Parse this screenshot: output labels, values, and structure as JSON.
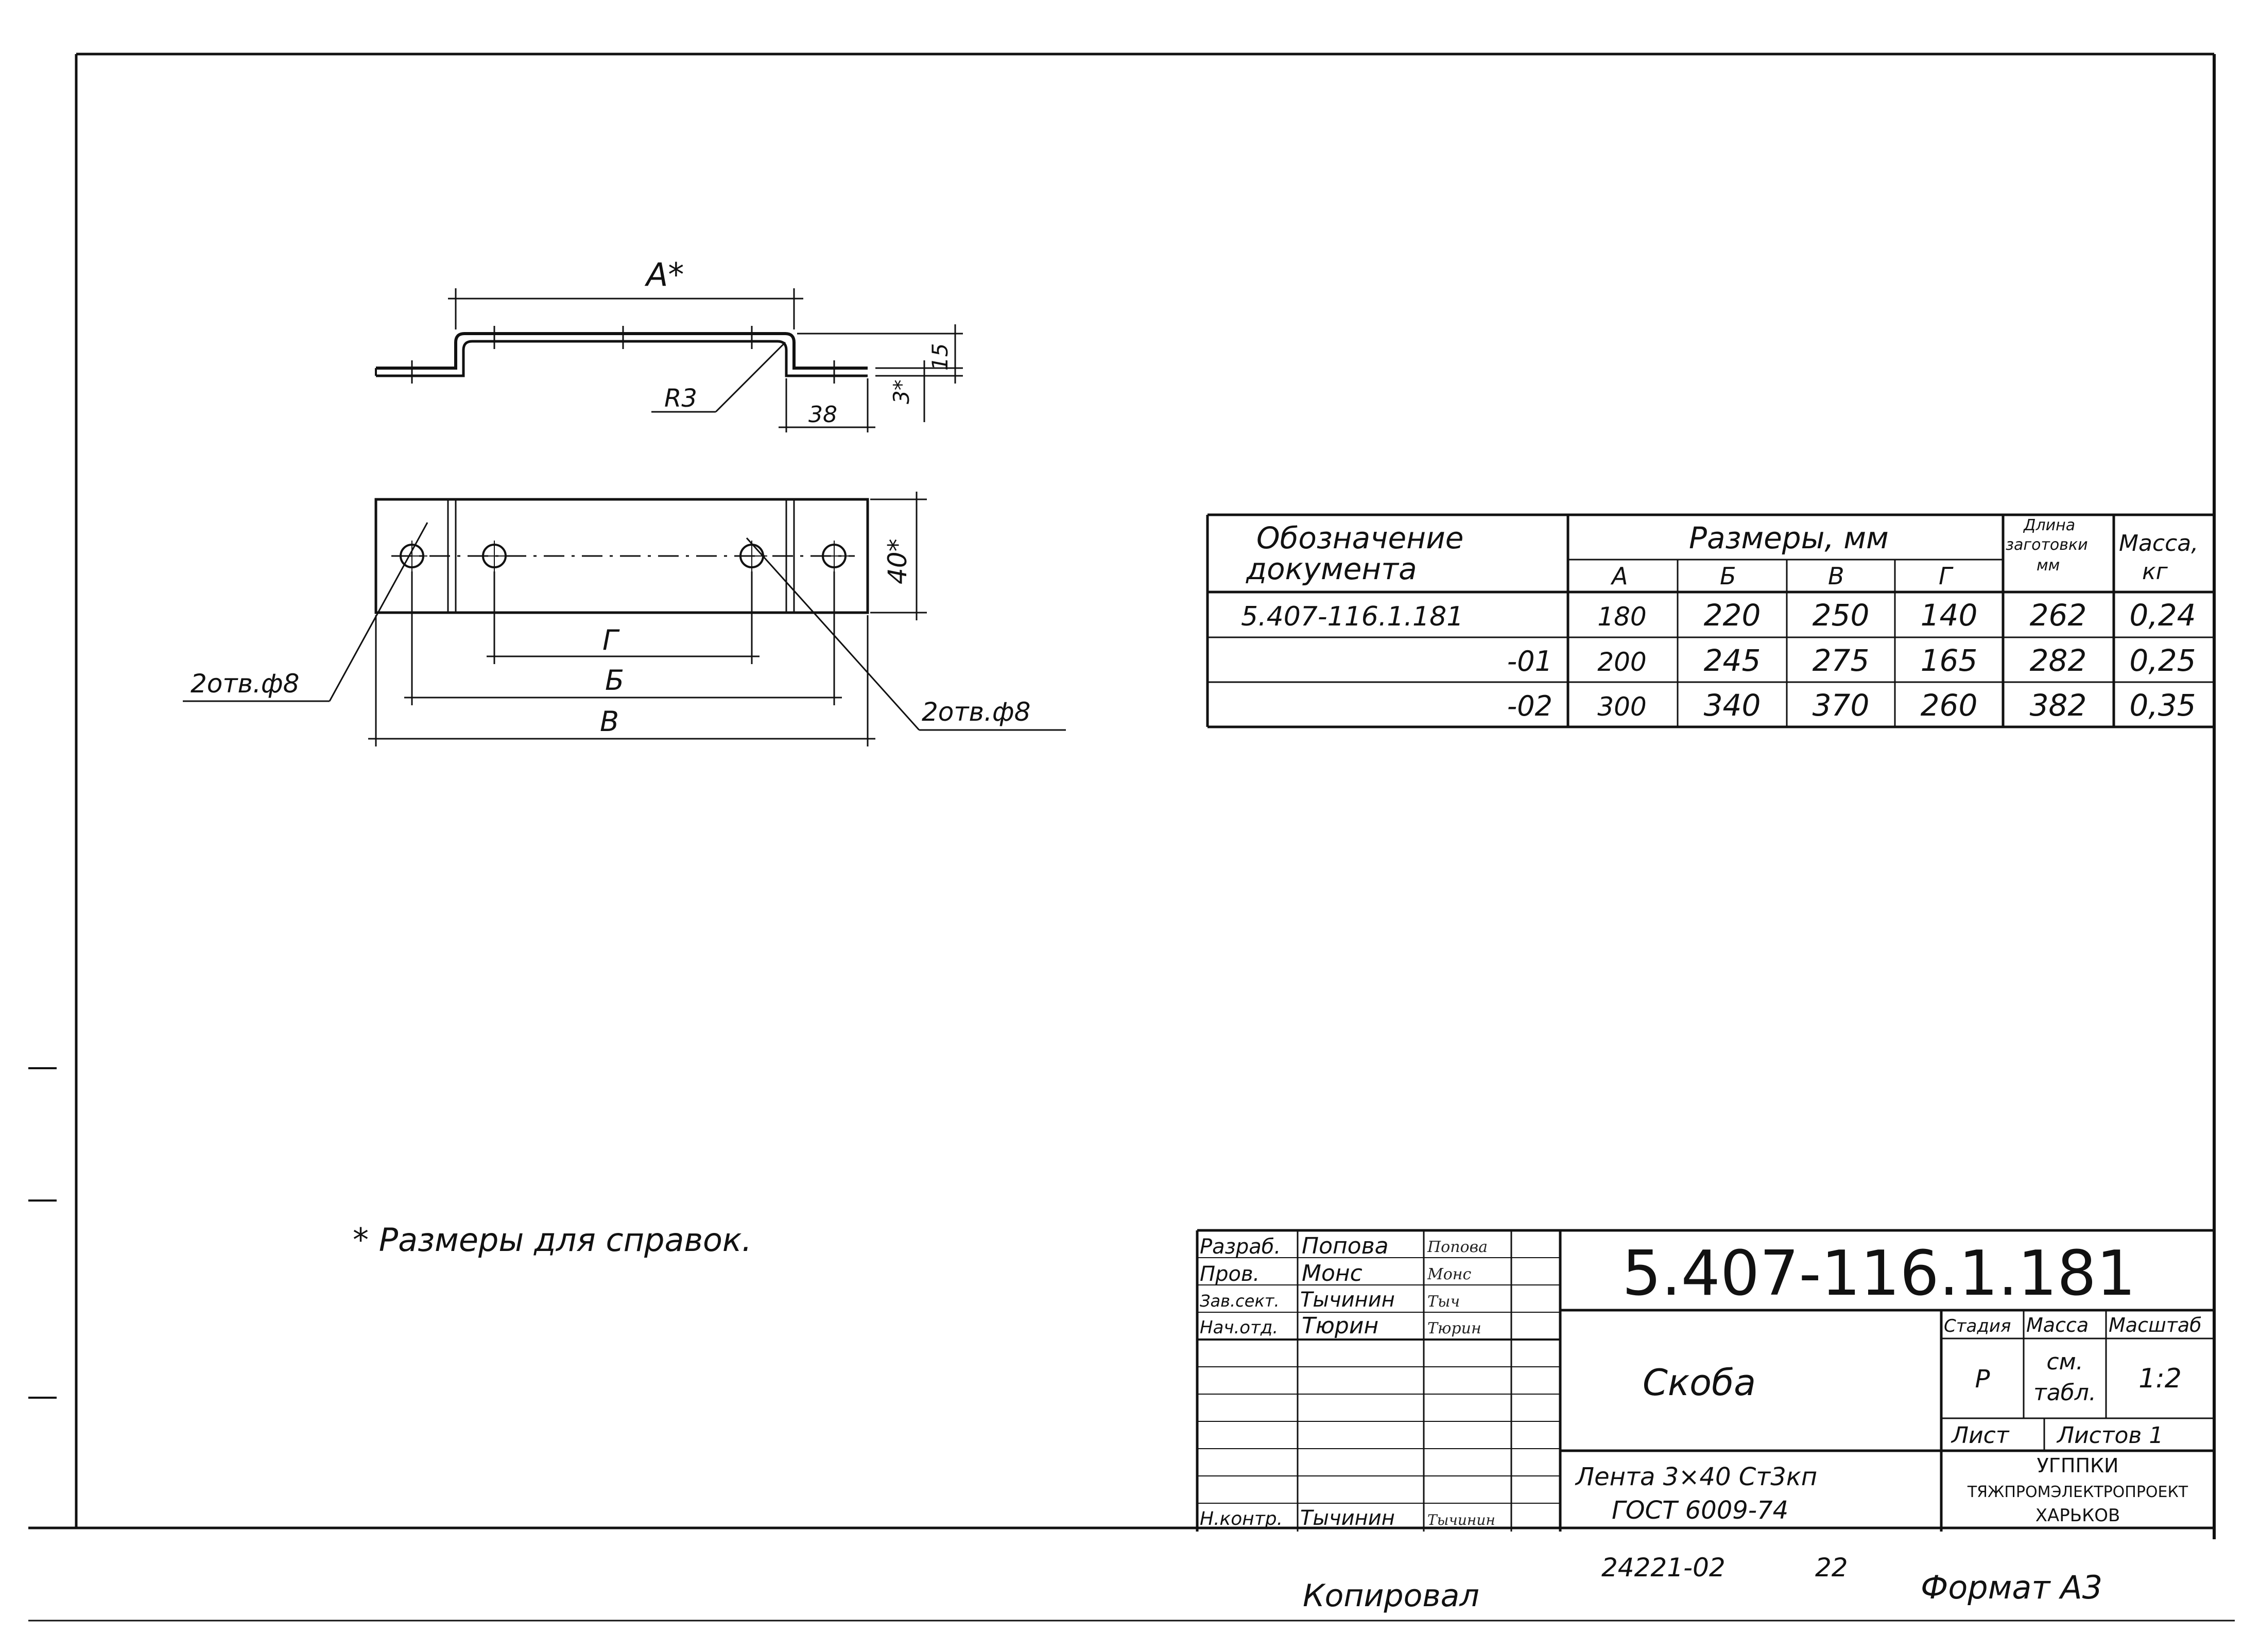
{
  "drawing": {
    "dim_a": "A*",
    "dim_r": "R3",
    "dim_38": "38",
    "dim_3": "3*",
    "dim_15": "15",
    "dim_40": "40*",
    "dim_g": "Г",
    "dim_b": "Б",
    "dim_v": "В",
    "holes_left": "2отв.ф8",
    "holes_right": "2отв.ф8"
  },
  "note": "* Размеры для справок.",
  "spec_table": {
    "h_designation": [
      "Обозначение",
      "документа"
    ],
    "h_sizes": "Размеры, мм",
    "h_length": [
      "Длина",
      "заготовки",
      "мм"
    ],
    "h_mass": [
      "Масса,",
      "кг"
    ],
    "size_cols": [
      "А",
      "Б",
      "В",
      "Г"
    ],
    "rows": [
      {
        "designation": "5.407-116.1.181",
        "a": "180",
        "b": "220",
        "v": "250",
        "g": "140",
        "length": "262",
        "mass": "0,24"
      },
      {
        "designation": "-01",
        "a": "200",
        "b": "245",
        "v": "275",
        "g": "165",
        "length": "282",
        "mass": "0,25"
      },
      {
        "designation": "-02",
        "a": "300",
        "b": "340",
        "v": "370",
        "g": "260",
        "length": "382",
        "mass": "0,35"
      }
    ]
  },
  "title_block": {
    "staff": [
      {
        "role": "Разраб.",
        "name": "Попова",
        "sign": "Попова"
      },
      {
        "role": "Пров.",
        "name": "Монс",
        "sign": "Монс"
      },
      {
        "role": "Зав.сект.",
        "name": "Тычинин",
        "sign": "Тыч"
      },
      {
        "role": "Нач.отд.",
        "name": "Тюрин",
        "sign": "Тюрин"
      },
      {
        "role": "Н.контр.",
        "name": "Тычинин",
        "sign": "Тычинин"
      }
    ],
    "doc_number": "5.407-116.1.181",
    "part_name": "Скоба",
    "material_line1": "Лента 3×40   Ст3кп",
    "material_line2": "ГОСТ 6009-74",
    "stage_label": "Стадия",
    "mass_label": "Масса",
    "scale_label": "Масштаб",
    "stage_value": "Р",
    "mass_value_1": "см.",
    "mass_value_2": "табл.",
    "scale_value": "1:2",
    "sheet_label": "Лист",
    "sheets_label": "Листов 1",
    "org_line1": "УГППКИ",
    "org_line2": "ТЯЖПРОМЭЛЕКТРОПРОЕКТ",
    "org_line3": "ХАРЬКОВ"
  },
  "footer": {
    "copied": "Копировал",
    "order": "24221-02",
    "order_num": "22",
    "format": "Формат А3"
  }
}
